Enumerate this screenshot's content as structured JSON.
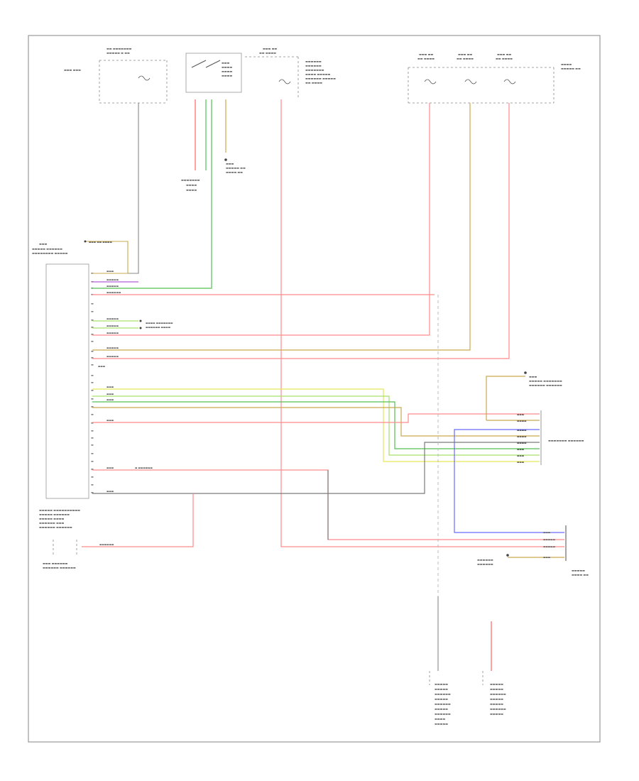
{
  "diagram": {
    "page_id": "",
    "colors": {
      "red": "#ff8a8a",
      "green": "#52c152",
      "yellow": "#e6e65a",
      "lime": "#a6e06a",
      "orange_tan": "#c9a94f",
      "blue": "#6b6bff",
      "gray": "#7a7a7a",
      "brown": "#b07a3a",
      "violet": "#b25fd6",
      "frame": "#999999"
    },
    "components": [
      {
        "id": "fuse-panel-left",
        "label": ""
      },
      {
        "id": "switch-group",
        "label": ""
      },
      {
        "id": "relay-center",
        "label": ""
      },
      {
        "id": "fuse-panel-right",
        "label": ""
      },
      {
        "id": "trailer-module",
        "label": ""
      },
      {
        "id": "trailer-socket",
        "label": ""
      },
      {
        "id": "brake-lamp-switch",
        "label": ""
      },
      {
        "id": "ground-module",
        "label": ""
      },
      {
        "id": "control-module-bottom",
        "label": ""
      },
      {
        "id": "lamp-module-bottom",
        "label": ""
      }
    ]
  }
}
